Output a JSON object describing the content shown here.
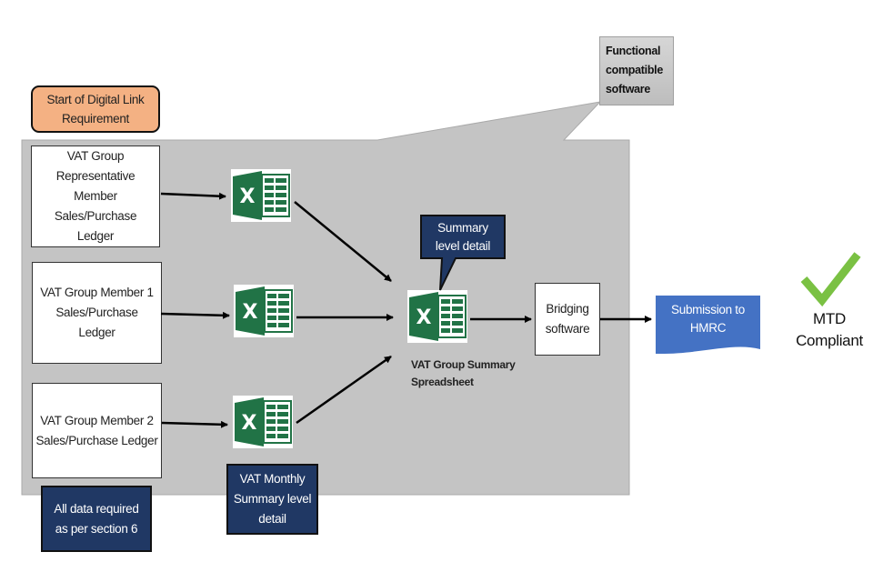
{
  "start_label": "Start of Digital Link\nRequirement",
  "callout_functional": "Functional\ncompatible\nsoftware",
  "ledgers": [
    {
      "label": "VAT Group\nRepresentative\nMember\nSales/Purchase\nLedger"
    },
    {
      "label": "VAT Group Member 1\nSales/Purchase\nLedger"
    },
    {
      "label": "VAT Group Member 2\nSales/Purchase Ledger"
    }
  ],
  "summary_callout": "Summary\nlevel detail",
  "summary_spreadsheet_label": "VAT Group Summary\nSpreadsheet",
  "bridging": "Bridging\nsoftware",
  "submission": "Submission to\nHMRC",
  "mtd": "MTD\nCompliant",
  "note_all_data": "All data required\nas per section 6",
  "note_monthly": "VAT Monthly\nSummary level\ndetail",
  "icons": {
    "spreadsheet": "excel-icon",
    "check": "checkmark-icon"
  },
  "colors": {
    "panel": "#c4c4c4",
    "start": "#f4b183",
    "navy": "#203864",
    "submission": "#4472c4",
    "check": "#7ac143",
    "excel_green": "#217346"
  }
}
